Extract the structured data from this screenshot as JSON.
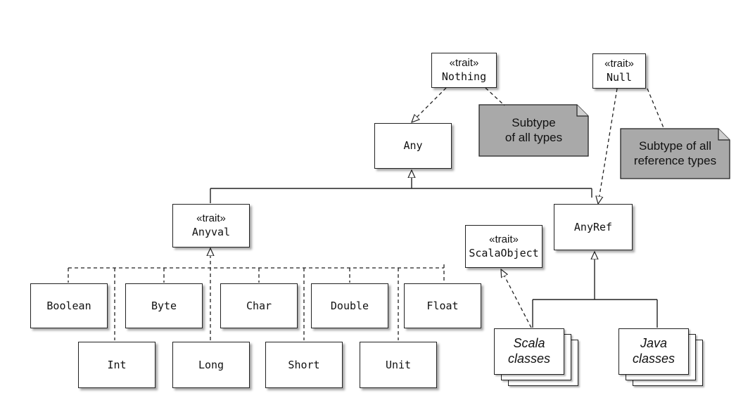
{
  "stereotype": "«trait»",
  "nodes": {
    "nothing": {
      "stereo": "«trait»",
      "name": "Nothing"
    },
    "null": {
      "stereo": "«trait»",
      "name": "Null"
    },
    "any": {
      "name": "Any"
    },
    "anyval": {
      "stereo": "«trait»",
      "name": "Anyval"
    },
    "anyref": {
      "name": "AnyRef"
    },
    "scalaobject": {
      "stereo": "«trait»",
      "name": "ScalaObject"
    },
    "boolean": {
      "name": "Boolean"
    },
    "byte": {
      "name": "Byte"
    },
    "char": {
      "name": "Char"
    },
    "double": {
      "name": "Double"
    },
    "float": {
      "name": "Float"
    },
    "int": {
      "name": "Int"
    },
    "long": {
      "name": "Long"
    },
    "short": {
      "name": "Short"
    },
    "unit": {
      "name": "Unit"
    },
    "scala_classes": {
      "line1": "Scala",
      "line2": "classes"
    },
    "java_classes": {
      "line1": "Java",
      "line2": "classes"
    }
  },
  "notes": {
    "nothing_note": {
      "line1": "Subtype",
      "line2": "of all types"
    },
    "null_note": {
      "line1": "Subtype of all",
      "line2": "reference types"
    }
  },
  "colors": {
    "note_fill": "#a9a9a9",
    "line": "#222222"
  }
}
